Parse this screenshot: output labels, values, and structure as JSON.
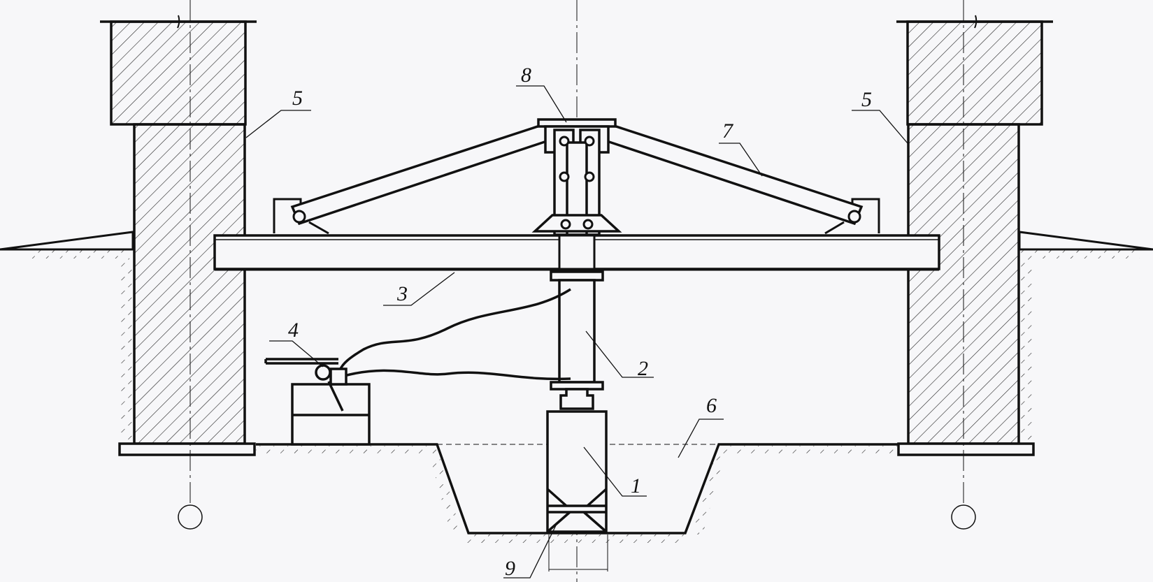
{
  "labels": {
    "n1": "1",
    "n2": "2",
    "n3": "3",
    "n4": "4",
    "n5_left": "5",
    "n5_right": "5",
    "n6": "6",
    "n7": "7",
    "n8": "8",
    "n9": "9"
  },
  "colors": {
    "ink": "#111111",
    "background": "#f7f7f9"
  }
}
